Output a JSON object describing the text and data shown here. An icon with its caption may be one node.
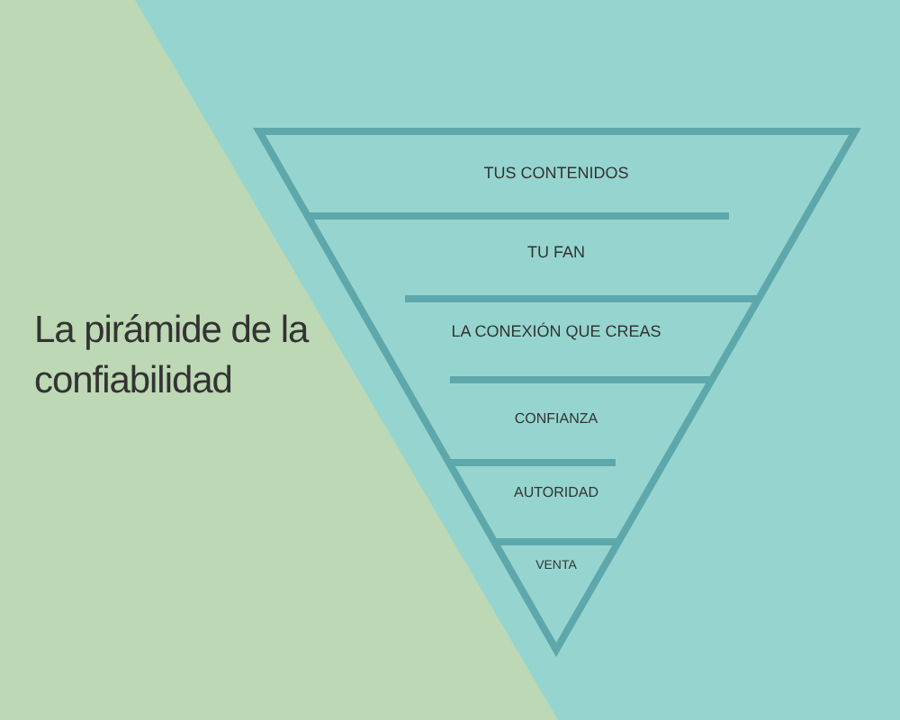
{
  "diagram": {
    "title": "La pirámide de la confiabilidad",
    "nodes": [
      {
        "text": [
          "TUS CONTENIDOS"
        ]
      },
      {
        "text": [
          "TU FAN"
        ]
      },
      {
        "text": [
          "LA CONEXIÓN QUE CREAS"
        ]
      },
      {
        "text": [
          "CONFIANZA"
        ]
      },
      {
        "text": [
          "AUTORIDAD"
        ]
      },
      {
        "text": [
          "VENTA"
        ]
      }
    ]
  }
}
